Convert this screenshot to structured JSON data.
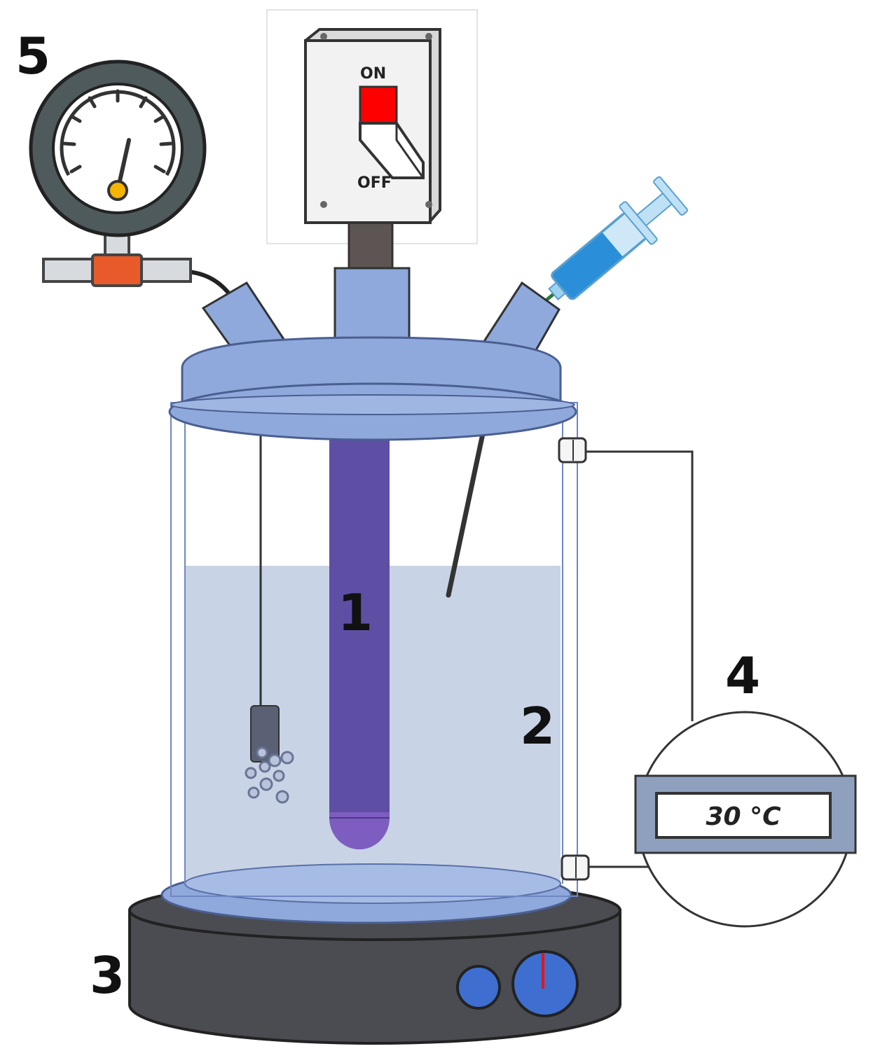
{
  "labels": {
    "one": "1",
    "two": "2",
    "three": "3",
    "four": "4",
    "five": "5"
  },
  "switch": {
    "on_label": "ON",
    "off_label": "OFF"
  },
  "thermometer": {
    "display": "30 °C"
  },
  "colors": {
    "vessel_blue": "#8fa9dc",
    "liquid": "#c9d3e6",
    "lamp_purple": "#5e4fa5",
    "base_dark": "#4a4c52",
    "knob_blue": "#3e6fd0",
    "switch_red": "#ff0000",
    "valve_orange": "#e85a2a"
  }
}
